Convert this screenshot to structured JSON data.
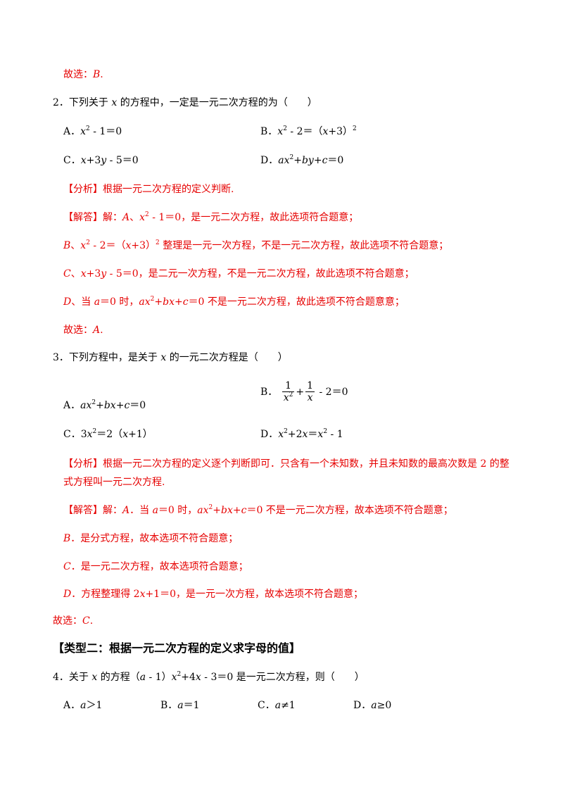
{
  "q1": {
    "answer": "故选：<i>B</i>."
  },
  "q2": {
    "stem": "2．下列关于 <i>x</i> 的方程中，一定是一元二次方程的为（　　）",
    "options": {
      "a": "A．<i>x</i><sup>2</sup> - 1＝0",
      "b": "B．<i>x</i><sup>2</sup> - 2＝（<i>x</i>+3）<sup>2</sup>",
      "c": "C．<i>x</i>+3<i>y</i> - 5＝0",
      "d": "D．<i>ax</i><sup>2</sup>+<i>by</i>+<i>c</i>＝0"
    },
    "analysis": "【分析】根据一元二次方程的定义判断.",
    "solution": [
      "【解答】解：<i>A</i>、<i>x</i><sup>2</sup> - 1＝0，是一元二次方程，故此选项符合题意；",
      "<i>B</i>、<i>x</i><sup>2</sup> - 2＝（<i>x</i>+3）<sup>2</sup> 整理是一元一次方程，不是一元二次方程，故此选项不符合题意；",
      "<i>C</i>、<i>x</i>+3<i>y</i> - 5＝0，是二元一次方程，不是一元二次方程，故此选项不符合题意；",
      "<i>D</i>、当 <i>a</i>＝0 时，<i>ax</i><sup>2</sup>+<i>bx</i>+<i>c</i>＝0 不是一元二次方程，故此选项不符合题意意；"
    ],
    "answer": "故选：<i>A</i>."
  },
  "q3": {
    "stem": "3．下列方程中，是关于 <i>x</i> 的一元二次方程是（　　）",
    "options": {
      "a": "A．<i>ax</i><sup>2</sup>+<i>bx</i>+<i>c</i>＝0",
      "b_prefix": "B．",
      "b_frac1_num": "1",
      "b_frac1_den": "<i>x</i><sup>2</sup>",
      "b_plus": "+",
      "b_frac2_num": "1",
      "b_frac2_den": "<i>x</i>",
      "b_suffix": " - 2＝0",
      "c": "C．3<i>x</i><sup>2</sup>＝2（<i>x</i>+1）",
      "d": "D．<i>x</i><sup>2</sup>+2<i>x</i>＝<i>x</i><sup>2</sup> - 1"
    },
    "analysis": [
      "【分析】根据一元二次方程的定义逐个判断即可．只含有一个未知数，并且未知数的最高次数是 2 的整",
      "式方程叫一元二次方程."
    ],
    "solution": [
      "【解答】解：<i>A</i>．当 <i>a</i>＝0 时，<i>ax</i><sup>2</sup>+<i>bx</i>+<i>c</i>＝0 不是一元二次方程，故本选项不符合题意；",
      "<i>B</i>．是分式方程，故本选项不符合题意；",
      "<i>C</i>．是一元二次方程，故本选项符合题意；",
      "<i>D</i>．方程整理得 2<i>x</i>+1＝0，是一元一次方程，故本选项不符合题意；"
    ],
    "answer": "故选：<i>C</i>."
  },
  "type2": {
    "heading": "【类型二：根据一元二次方程的定义求字母的值】"
  },
  "q4": {
    "stem": "4．关于 <i>x</i> 的方程（<i>a</i> - 1）<i>x</i><sup>2</sup>+4<i>x</i> - 3＝0 是一元二次方程，则（　　）",
    "options": {
      "a": "A．<i>a</i>＞1",
      "b": "B．<i>a</i>＝1",
      "c": "C．<i>a</i>≠1",
      "d": "D．<i>a</i>≥0"
    }
  }
}
